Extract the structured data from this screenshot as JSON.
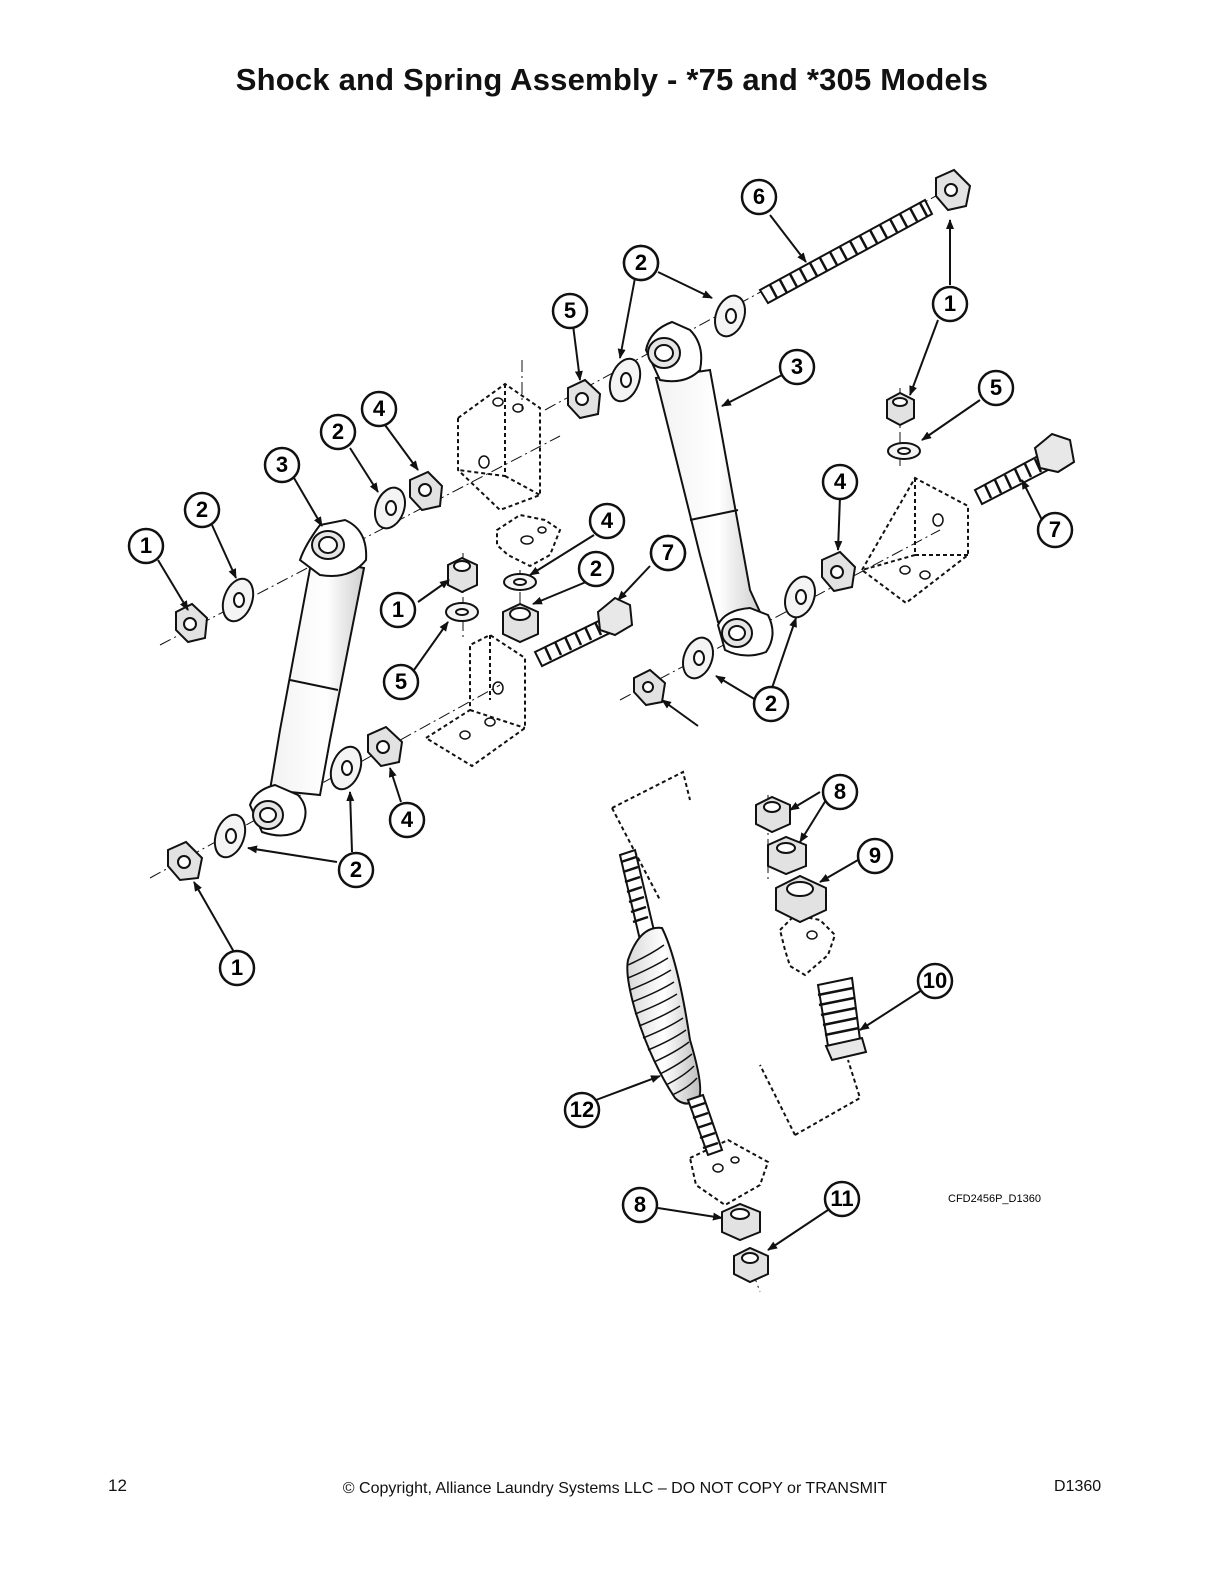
{
  "page": {
    "title": "Shock and Spring Assembly - *75 and *305 Models",
    "page_number": "12",
    "copyright": "© Copyright, Alliance Laundry Systems LLC – DO NOT COPY or TRANSMIT",
    "doc_id": "D1360",
    "figure_code": "CFD2456P_D1360"
  },
  "callouts": [
    {
      "label": "1"
    },
    {
      "label": "2"
    },
    {
      "label": "3"
    },
    {
      "label": "2"
    },
    {
      "label": "4"
    },
    {
      "label": "1"
    },
    {
      "label": "5"
    },
    {
      "label": "2"
    },
    {
      "label": "4"
    },
    {
      "label": "1"
    },
    {
      "label": "5"
    },
    {
      "label": "1"
    },
    {
      "label": "7"
    },
    {
      "label": "4"
    },
    {
      "label": "2"
    },
    {
      "label": "6"
    },
    {
      "label": "2"
    },
    {
      "label": "3"
    },
    {
      "label": "1"
    },
    {
      "label": "5"
    },
    {
      "label": "7"
    },
    {
      "label": "4"
    },
    {
      "label": "2"
    },
    {
      "label": "1"
    },
    {
      "label": "8"
    },
    {
      "label": "9"
    },
    {
      "label": "10"
    },
    {
      "label": "12"
    },
    {
      "label": "8"
    },
    {
      "label": "11"
    }
  ]
}
